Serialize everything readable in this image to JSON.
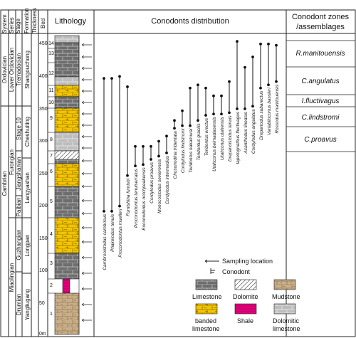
{
  "header": {
    "system": "System",
    "series": "Series",
    "stage": "Stage",
    "formation": "Formation",
    "thickness": "Thickness",
    "bed": "Bed",
    "lithology": "Lithology",
    "conodonts": "Conodonts distribution",
    "zones_line1": "Conodont zones",
    "zones_line2": "/assemblages"
  },
  "systems": [
    "Ordovician",
    "Cambrian"
  ],
  "series": [
    "Lower Ordovician",
    "Furongian",
    "Miaolingian"
  ],
  "stages": [
    "Tremadocian",
    "Stage 10",
    "Jiangshanian",
    "Paibian",
    "Guzhangian",
    "Drumian"
  ],
  "formations": [
    "Shangouchong",
    "Cheshuiting",
    "Langyashan",
    "Longpan",
    "Yangliugang"
  ],
  "thickness_ticks": [
    "450",
    "400",
    "350",
    "300",
    "250",
    "200",
    "150",
    "100",
    "50",
    "0m"
  ],
  "beds": [
    "14",
    "13",
    "12",
    "11",
    "10",
    "9",
    "8",
    "7",
    "6",
    "5",
    "4",
    "3",
    "2",
    "1"
  ],
  "taxa": [
    {
      "name": "Cambrooistodus cambricus",
      "range_m": [
        190,
        395
      ]
    },
    {
      "name": "Phakelodus tenuis",
      "range_m": [
        190,
        395
      ]
    },
    {
      "name": "Proconodontus muelleri",
      "range_m": [
        198,
        398
      ]
    },
    {
      "name": "Furnishina furnishi",
      "range_m": [
        245,
        382
      ]
    },
    {
      "name": "Proconodontus tenuiserratus",
      "range_m": [
        260,
        290
      ]
    },
    {
      "name": "Eoconodontus notchpeakensis",
      "range_m": [
        262,
        290
      ]
    },
    {
      "name": "Cordylodus proavus",
      "range_m": [
        270,
        290
      ]
    },
    {
      "name": "Monocostodus sevierensis",
      "range_m": [
        275,
        298
      ]
    },
    {
      "name": "Cordylodus intermedius",
      "range_m": [
        280,
        306
      ]
    },
    {
      "name": "Chosonodina tridentata",
      "range_m": [
        318,
        330
      ]
    },
    {
      "name": "Cordylodus lindstromi",
      "range_m": [
        322,
        345
      ]
    },
    {
      "name": "Teridontus nakamurai",
      "range_m": [
        322,
        380
      ]
    },
    {
      "name": "Teridontus gracilis",
      "range_m": [
        330,
        385
      ]
    },
    {
      "name": "Teridontus erectus",
      "range_m": [
        338,
        380
      ]
    },
    {
      "name": "Utahconus beimadaoensis",
      "range_m": [
        340,
        368
      ]
    },
    {
      "name": "Utahconus utahensis",
      "range_m": [
        340,
        368
      ]
    },
    {
      "name": "Drepanoistodus tenuis",
      "range_m": [
        342,
        390
      ]
    },
    {
      "name": "Iapetognathus fluctivagus",
      "range_m": [
        348,
        452
      ]
    },
    {
      "name": "Acanthodus lineatus",
      "range_m": [
        348,
        412
      ]
    },
    {
      "name": "Cordylodus angulatus",
      "range_m": [
        352,
        428
      ]
    },
    {
      "name": "Drepanodus subarectus",
      "range_m": [
        380,
        448
      ]
    },
    {
      "name": "Variabiloconus bassleri",
      "range_m": [
        385,
        448
      ]
    },
    {
      "name": "Rossodus manitouensis",
      "range_m": [
        390,
        446
      ]
    }
  ],
  "zones": [
    {
      "name": "R.manitouensis"
    },
    {
      "name": "C.angulatus"
    },
    {
      "name": "I.fluctivagus"
    },
    {
      "name": "C.lindstromi"
    },
    {
      "name": "C.proavus"
    }
  ],
  "legend": {
    "sampling_location": "Sampling location",
    "conodont": "Conodont",
    "limestone": "Limestone",
    "dolomite": "Dolomite",
    "mudstone": "Mudstone",
    "banded_limestone_1": "banded",
    "banded_limestone_2": "limestone",
    "shale": "Shale",
    "dolomitic_limestone_1": "Dolomitic",
    "dolomitic_limestone_2": "limestone"
  },
  "colors": {
    "limestone": "#6e6e6e",
    "banded": "#f3c400",
    "mudstone": "#c9ae88",
    "shale": "#e2007a",
    "dolomitic": "#bdbdbd",
    "dolomite": "#ffffff"
  }
}
